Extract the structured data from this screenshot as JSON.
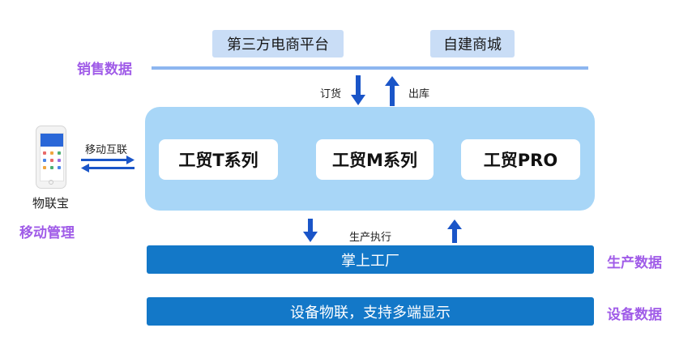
{
  "channels": [
    "第三方电商平台",
    "自建商城"
  ],
  "labels": {
    "sales_data": "销售数据",
    "order": "订货",
    "outbound": "出库",
    "mobile_link": "移动互联",
    "app_name": "物联宝",
    "mobile_mgmt": "移动管理",
    "production_exec": "生产执行",
    "production_data": "生产数据",
    "device_data": "设备数据"
  },
  "products": [
    "工贸T系列",
    "工贸M系列",
    "工贸PRO"
  ],
  "bars": {
    "factory": "掌上工厂",
    "device": "设备物联，支持多端显示"
  },
  "colors": {
    "accent_purple": "#a05ce8",
    "arrow_blue": "#1a55c8",
    "bar_blue": "#1378c8",
    "core_blue": "#a8d6f7",
    "channel_box": "#c9ddf6"
  }
}
